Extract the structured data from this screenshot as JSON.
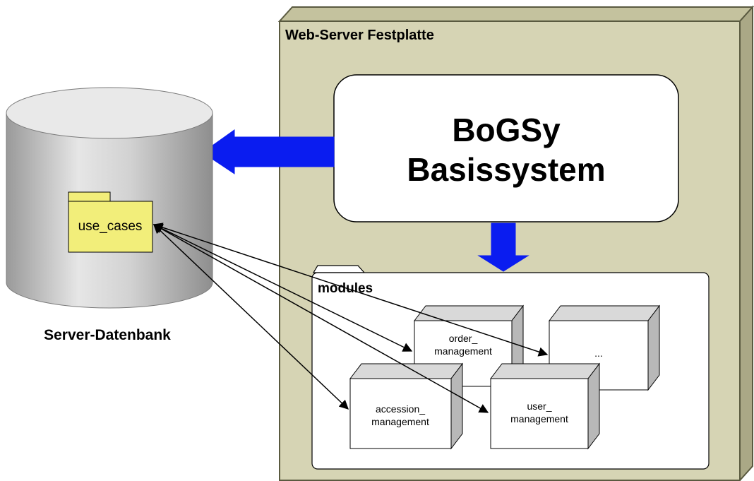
{
  "server_node": {
    "title": "Web-Server Festplatte",
    "fill_color": "#d6d4b4",
    "border_color": "#5a5a40"
  },
  "core_system": {
    "line1": "BoGSy",
    "line2": "Basissystem"
  },
  "modules_package": {
    "title": "modules",
    "components": [
      {
        "line1": "order_",
        "line2": "management"
      },
      {
        "line1": "...",
        "line2": ""
      },
      {
        "line1": "accession_",
        "line2": "management"
      },
      {
        "line1": "user_",
        "line2": "management"
      }
    ]
  },
  "database": {
    "label": "Server-Datenbank",
    "folder_label": "use_cases",
    "folder_color": "#f2ee7a"
  },
  "colors": {
    "arrow_blue": "#0a1cf0",
    "box_face": "#ffffff",
    "box_side": "#b8b8b8",
    "box_top": "#d9d9d9"
  }
}
